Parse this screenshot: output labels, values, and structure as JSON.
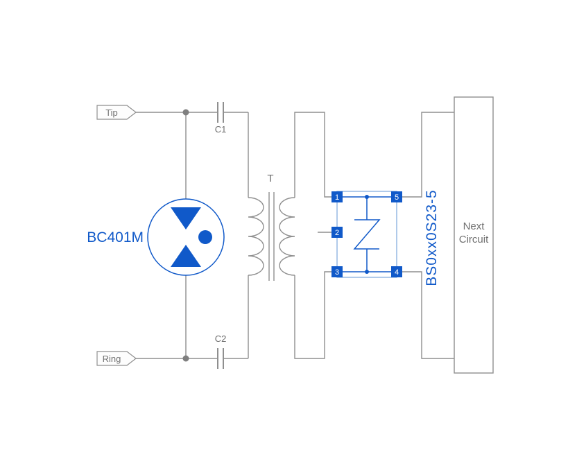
{
  "colors": {
    "blue": "#1059c9",
    "light-blue": "#8fb3e2",
    "wire-gray": "#8f8f8f",
    "text-gray": "#6f6f6f",
    "bg": "#ffffff"
  },
  "terminals": {
    "tip": "Tip",
    "ring": "Ring"
  },
  "capacitors": {
    "c1": "C1",
    "c2": "C2"
  },
  "transformer": {
    "label": "T"
  },
  "protector": {
    "label": "BC401M"
  },
  "device": {
    "label": "BS0xx0S23-5",
    "pins": [
      "1",
      "2",
      "3",
      "4",
      "5"
    ]
  },
  "next_circuit": {
    "line1": "Next",
    "line2": "Circuit"
  }
}
